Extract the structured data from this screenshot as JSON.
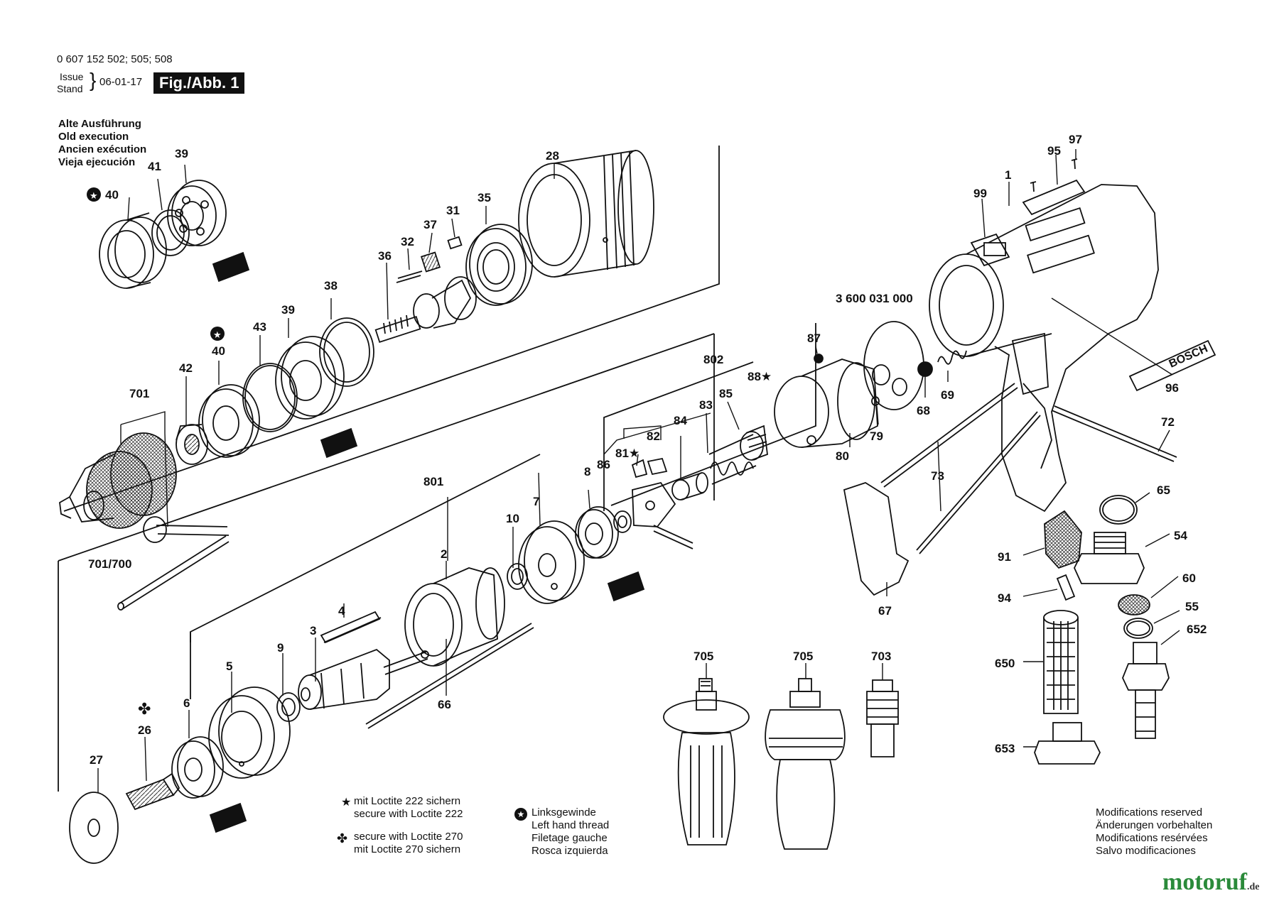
{
  "header": {
    "part_numbers": "0 607 152 502; 505; 508",
    "issue_label": "Issue",
    "stand_label": "Stand",
    "date": "06-01-17",
    "figure": "Fig./Abb. 1"
  },
  "old_execution": [
    "Alte Ausführung",
    "Old execution",
    "Ancien exécution",
    "Vieja ejecución"
  ],
  "labels": [
    {
      "id": "p40a",
      "text": "40"
    },
    {
      "id": "p41a",
      "text": "41"
    },
    {
      "id": "p39a",
      "text": "39"
    },
    {
      "id": "p28",
      "text": "28"
    },
    {
      "id": "p35",
      "text": "35"
    },
    {
      "id": "p37",
      "text": "37"
    },
    {
      "id": "p31",
      "text": "31"
    },
    {
      "id": "p32",
      "text": "32"
    },
    {
      "id": "p36",
      "text": "36"
    },
    {
      "id": "p38",
      "text": "38"
    },
    {
      "id": "p39b",
      "text": "39"
    },
    {
      "id": "p43",
      "text": "43"
    },
    {
      "id": "p40b",
      "text": "40"
    },
    {
      "id": "p42",
      "text": "42"
    },
    {
      "id": "p701",
      "text": "701"
    },
    {
      "id": "p701_700",
      "text": "701/700"
    },
    {
      "id": "p801",
      "text": "801"
    },
    {
      "id": "p2",
      "text": "2"
    },
    {
      "id": "p10",
      "text": "10"
    },
    {
      "id": "p7",
      "text": "7"
    },
    {
      "id": "p8",
      "text": "8"
    },
    {
      "id": "p86",
      "text": "86"
    },
    {
      "id": "p81",
      "text": "81★"
    },
    {
      "id": "p82",
      "text": "82"
    },
    {
      "id": "p84",
      "text": "84"
    },
    {
      "id": "p83",
      "text": "83"
    },
    {
      "id": "p85",
      "text": "85"
    },
    {
      "id": "p88",
      "text": "88★"
    },
    {
      "id": "p802",
      "text": "802"
    },
    {
      "id": "p87",
      "text": "87"
    },
    {
      "id": "p3600",
      "text": "3 600 031 000"
    },
    {
      "id": "p80",
      "text": "80"
    },
    {
      "id": "p79",
      "text": "79"
    },
    {
      "id": "p68",
      "text": "68"
    },
    {
      "id": "p69",
      "text": "69"
    },
    {
      "id": "p99",
      "text": "99"
    },
    {
      "id": "p1",
      "text": "1"
    },
    {
      "id": "p95",
      "text": "95"
    },
    {
      "id": "p97",
      "text": "97"
    },
    {
      "id": "p96",
      "text": "96"
    },
    {
      "id": "p72",
      "text": "72"
    },
    {
      "id": "p73",
      "text": "73"
    },
    {
      "id": "p65",
      "text": "65"
    },
    {
      "id": "p54",
      "text": "54"
    },
    {
      "id": "p60",
      "text": "60"
    },
    {
      "id": "p55",
      "text": "55"
    },
    {
      "id": "p652",
      "text": "652"
    },
    {
      "id": "p91",
      "text": "91"
    },
    {
      "id": "p94",
      "text": "94"
    },
    {
      "id": "p650",
      "text": "650"
    },
    {
      "id": "p653",
      "text": "653"
    },
    {
      "id": "p67",
      "text": "67"
    },
    {
      "id": "p66",
      "text": "66"
    },
    {
      "id": "p4",
      "text": "4"
    },
    {
      "id": "p3",
      "text": "3"
    },
    {
      "id": "p9",
      "text": "9"
    },
    {
      "id": "p5",
      "text": "5"
    },
    {
      "id": "p6",
      "text": "6"
    },
    {
      "id": "p26",
      "text": "26"
    },
    {
      "id": "p27",
      "text": "27"
    },
    {
      "id": "p705a",
      "text": "705"
    },
    {
      "id": "p705b",
      "text": "705"
    },
    {
      "id": "p703",
      "text": "703"
    }
  ],
  "brand_label": "BOSCH",
  "notes": {
    "loctite222": [
      "mit Loctite 222 sichern",
      "secure with Loctite 222"
    ],
    "loctite270": [
      "secure with Loctite 270",
      "mit Loctite 270 sichern"
    ],
    "left_thread": [
      "Linksgewinde",
      "Left hand thread",
      "Filetage gauche",
      "Rosca izquierda"
    ],
    "modifications": [
      "Modifications reserved",
      "Änderungen vorbehalten",
      "Modifications resérvées",
      "Salvo modificaciones"
    ]
  },
  "watermark": {
    "main": "motoruf",
    "suffix": ".de"
  }
}
